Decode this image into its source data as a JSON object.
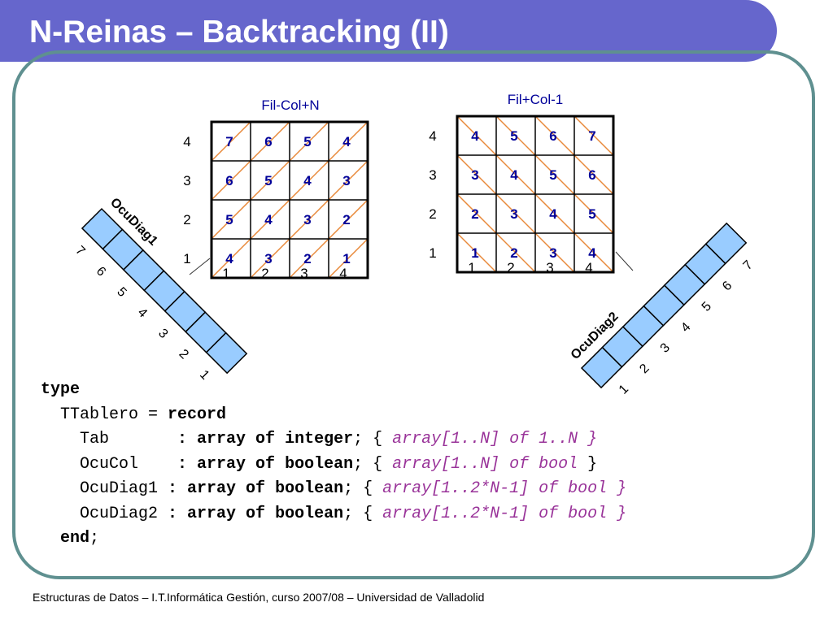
{
  "slide": {
    "title": "N-Reinas – Backtracking (II)",
    "footer": "Estructuras de Datos – I.T.Informática Gestión, curso 2007/08 – Universidad de Valladolid"
  },
  "colors": {
    "title_bar": "#6666cc",
    "frame": "#5f9090",
    "grid_line": "#000000",
    "diagonal": "#e8893a",
    "cell_value": "#000099",
    "diag_cell_fill": "#99ccff",
    "connector": "#333333",
    "comment": "#993399"
  },
  "left_board": {
    "label": "Fil-Col+N",
    "row_labels": [
      "4",
      "3",
      "2",
      "1"
    ],
    "col_labels": [
      "1",
      "2",
      "3",
      "4"
    ],
    "cells": [
      [
        "7",
        "6",
        "5",
        "4"
      ],
      [
        "6",
        "5",
        "4",
        "3"
      ],
      [
        "5",
        "4",
        "3",
        "2"
      ],
      [
        "4",
        "3",
        "2",
        "1"
      ]
    ]
  },
  "right_board": {
    "label": "Fil+Col-1",
    "row_labels": [
      "4",
      "3",
      "2",
      "1"
    ],
    "col_labels": [
      "1",
      "2",
      "3",
      "4"
    ],
    "cells": [
      [
        "4",
        "5",
        "6",
        "7"
      ],
      [
        "3",
        "4",
        "5",
        "6"
      ],
      [
        "2",
        "3",
        "4",
        "5"
      ],
      [
        "1",
        "2",
        "3",
        "4"
      ]
    ]
  },
  "ocudiag1": {
    "label": "OcuDiag1",
    "indices": [
      "7",
      "6",
      "5",
      "4",
      "3",
      "2",
      "1"
    ]
  },
  "ocudiag2": {
    "label": "OcuDiag2",
    "indices": [
      "1",
      "2",
      "3",
      "4",
      "5",
      "6",
      "7"
    ]
  },
  "code": {
    "line1": {
      "kw": "type"
    },
    "line2": {
      "name": "  TTablero = ",
      "kw": "record"
    },
    "fields": [
      {
        "name": "    Tab       ",
        "colon": ": ",
        "kw": "array of integer",
        "semi": ";",
        "open": " { ",
        "comment": "array[1..N] of 1..N",
        "close": " }"
      },
      {
        "name": "    OcuCol    ",
        "colon": ": ",
        "kw": "array of boolean",
        "semi": ";",
        "open": " { ",
        "comment": "array[1..N] of bool",
        "close": " }"
      },
      {
        "name": "    OcuDiag1 ",
        "colon": ": ",
        "kw": "array of boolean",
        "semi": ";",
        "open": " { ",
        "comment": "array[1..2*N-1] of bool",
        "close": " }"
      },
      {
        "name": "    OcuDiag2 ",
        "colon": ": ",
        "kw": "array of boolean",
        "semi": ";",
        "open": " { ",
        "comment": "array[1..2*N-1] of bool",
        "close": " }"
      }
    ],
    "end_indent": "  ",
    "end_kw": "end",
    "end_semi": ";"
  }
}
